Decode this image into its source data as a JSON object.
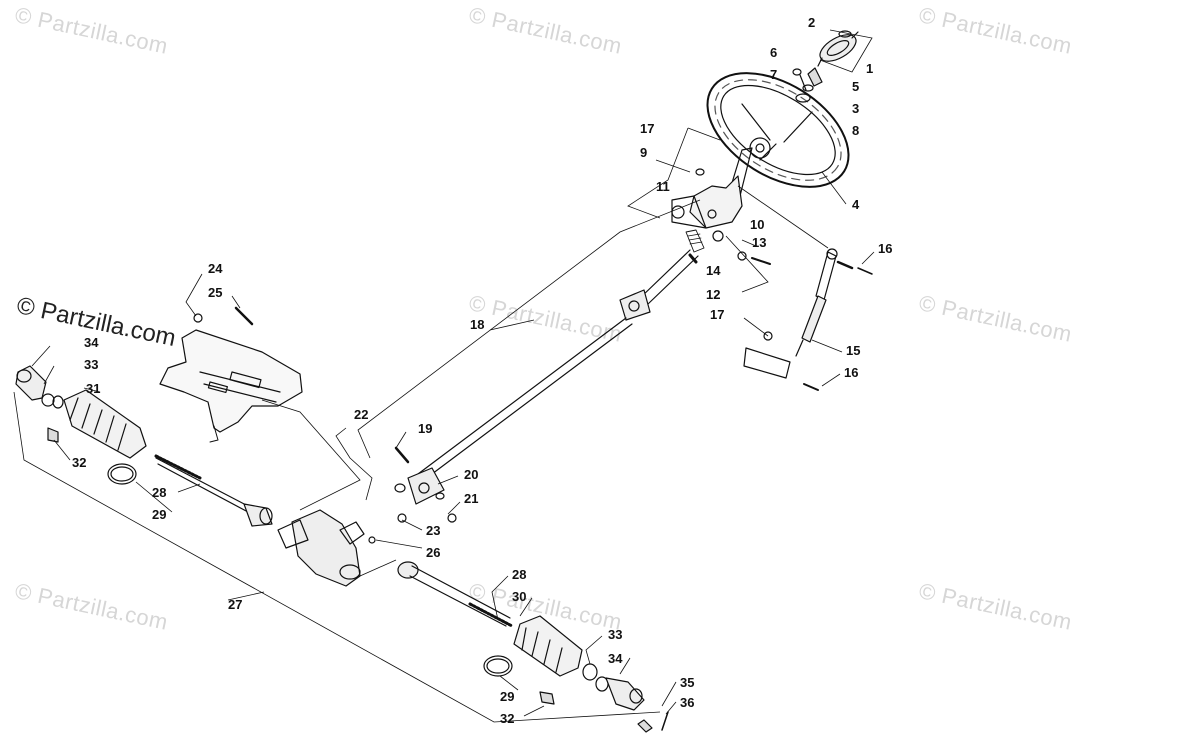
{
  "watermark": "© Partzilla.com",
  "callouts": [
    {
      "id": "c1",
      "text": "1"
    },
    {
      "id": "c2",
      "text": "2"
    },
    {
      "id": "c3",
      "text": "3"
    },
    {
      "id": "c4",
      "text": "4"
    },
    {
      "id": "c5",
      "text": "5"
    },
    {
      "id": "c6",
      "text": "6"
    },
    {
      "id": "c7",
      "text": "7"
    },
    {
      "id": "c8",
      "text": "8"
    },
    {
      "id": "c9",
      "text": "9"
    },
    {
      "id": "c10",
      "text": "10"
    },
    {
      "id": "c11",
      "text": "11"
    },
    {
      "id": "c12",
      "text": "12"
    },
    {
      "id": "c13",
      "text": "13"
    },
    {
      "id": "c14",
      "text": "14"
    },
    {
      "id": "c15",
      "text": "15"
    },
    {
      "id": "c16a",
      "text": "16"
    },
    {
      "id": "c16b",
      "text": "16"
    },
    {
      "id": "c17a",
      "text": "17"
    },
    {
      "id": "c17b",
      "text": "17"
    },
    {
      "id": "c18",
      "text": "18"
    },
    {
      "id": "c19",
      "text": "19"
    },
    {
      "id": "c20",
      "text": "20"
    },
    {
      "id": "c21",
      "text": "21"
    },
    {
      "id": "c22",
      "text": "22"
    },
    {
      "id": "c23",
      "text": "23"
    },
    {
      "id": "c24",
      "text": "24"
    },
    {
      "id": "c25",
      "text": "25"
    },
    {
      "id": "c26",
      "text": "26"
    },
    {
      "id": "c27",
      "text": "27"
    },
    {
      "id": "c28a",
      "text": "28"
    },
    {
      "id": "c28b",
      "text": "28"
    },
    {
      "id": "c29a",
      "text": "29"
    },
    {
      "id": "c29b",
      "text": "29"
    },
    {
      "id": "c30",
      "text": "30"
    },
    {
      "id": "c31",
      "text": "31"
    },
    {
      "id": "c32a",
      "text": "32"
    },
    {
      "id": "c32b",
      "text": "32"
    },
    {
      "id": "c33a",
      "text": "33"
    },
    {
      "id": "c33b",
      "text": "33"
    },
    {
      "id": "c34a",
      "text": "34"
    },
    {
      "id": "c34b",
      "text": "34"
    },
    {
      "id": "c35",
      "text": "35"
    },
    {
      "id": "c36",
      "text": "36"
    }
  ]
}
